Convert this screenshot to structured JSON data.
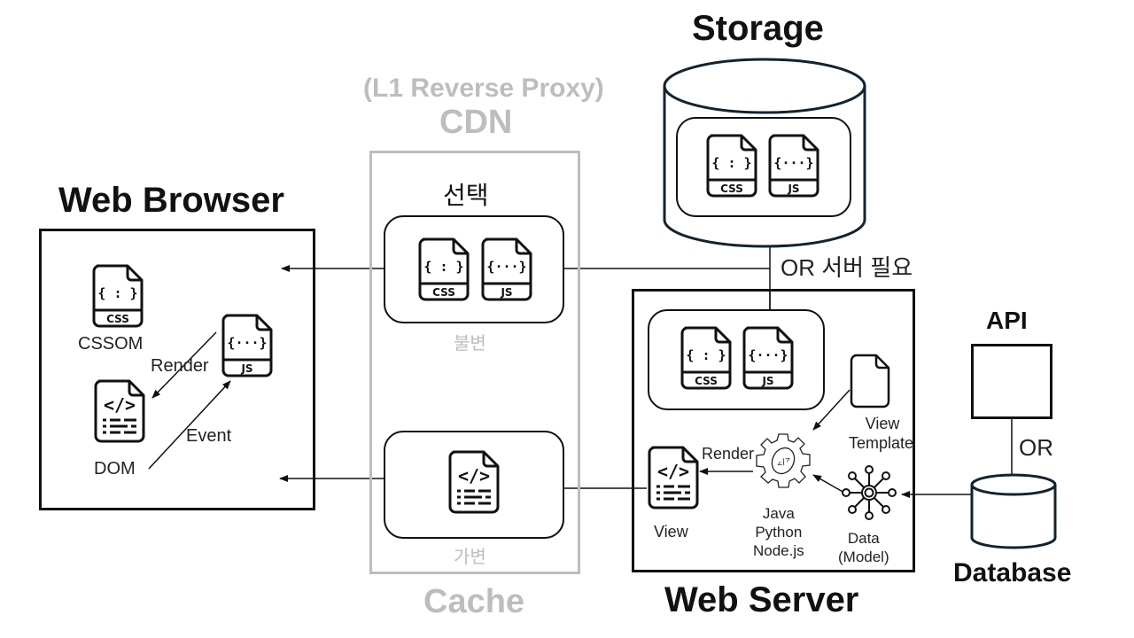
{
  "titles": {
    "web_browser": "Web Browser",
    "cdn_sub": "(L1 Reverse Proxy)",
    "cdn": "CDN",
    "cache": "Cache",
    "storage": "Storage",
    "web_server": "Web Server",
    "api": "API",
    "database": "Database"
  },
  "browser": {
    "cssom": "CSSOM",
    "dom": "DOM",
    "render": "Render",
    "event": "Event"
  },
  "cdn_box": {
    "select_label": "선택",
    "immutable_label": "불변",
    "mutable_label": "가변"
  },
  "connections": {
    "or_server_needed": "OR 서버 필요",
    "or": "OR"
  },
  "server": {
    "view_template": [
      "View",
      "Template"
    ],
    "render": "Render",
    "view": "View",
    "engine": [
      "Java",
      "Python",
      "Node.js"
    ],
    "data_model": [
      "Data",
      "(Model)"
    ]
  },
  "icons": {
    "css_badge": "CSS",
    "js_badge": "JS",
    "css_glyph": "{ : }",
    "js_glyph": "{···}",
    "html_glyph": "</>"
  },
  "colors": {
    "primary": "#111111",
    "muted": "#bdbdbd",
    "storage_outline": "#13232e"
  }
}
